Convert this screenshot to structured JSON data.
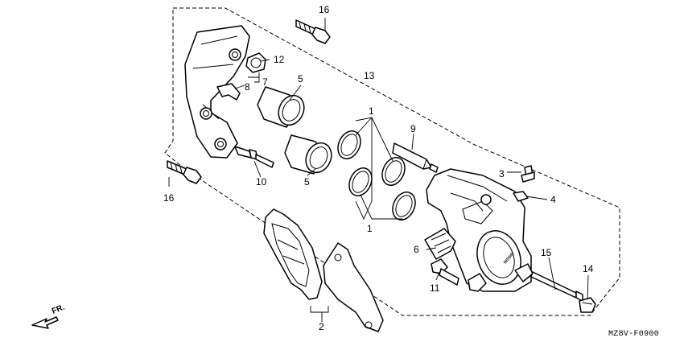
{
  "parts": {
    "p1_upper": "1",
    "p1_lower": "1",
    "p2": "2",
    "p3": "3",
    "p4": "4",
    "p5_upper": "5",
    "p5_lower": "5",
    "p6": "6",
    "p7": "7",
    "p8": "8",
    "p9": "9",
    "p10": "10",
    "p11": "11",
    "p12": "12",
    "p13": "13",
    "p14": "14",
    "p15": "15",
    "p16_upper": "16",
    "p16_lower": "16"
  },
  "caliper_logo": "NISSIN",
  "diagram_code": "MZ8V-F0900",
  "direction": {
    "label": "FR.",
    "icon": "front-direction-arrow-icon"
  }
}
